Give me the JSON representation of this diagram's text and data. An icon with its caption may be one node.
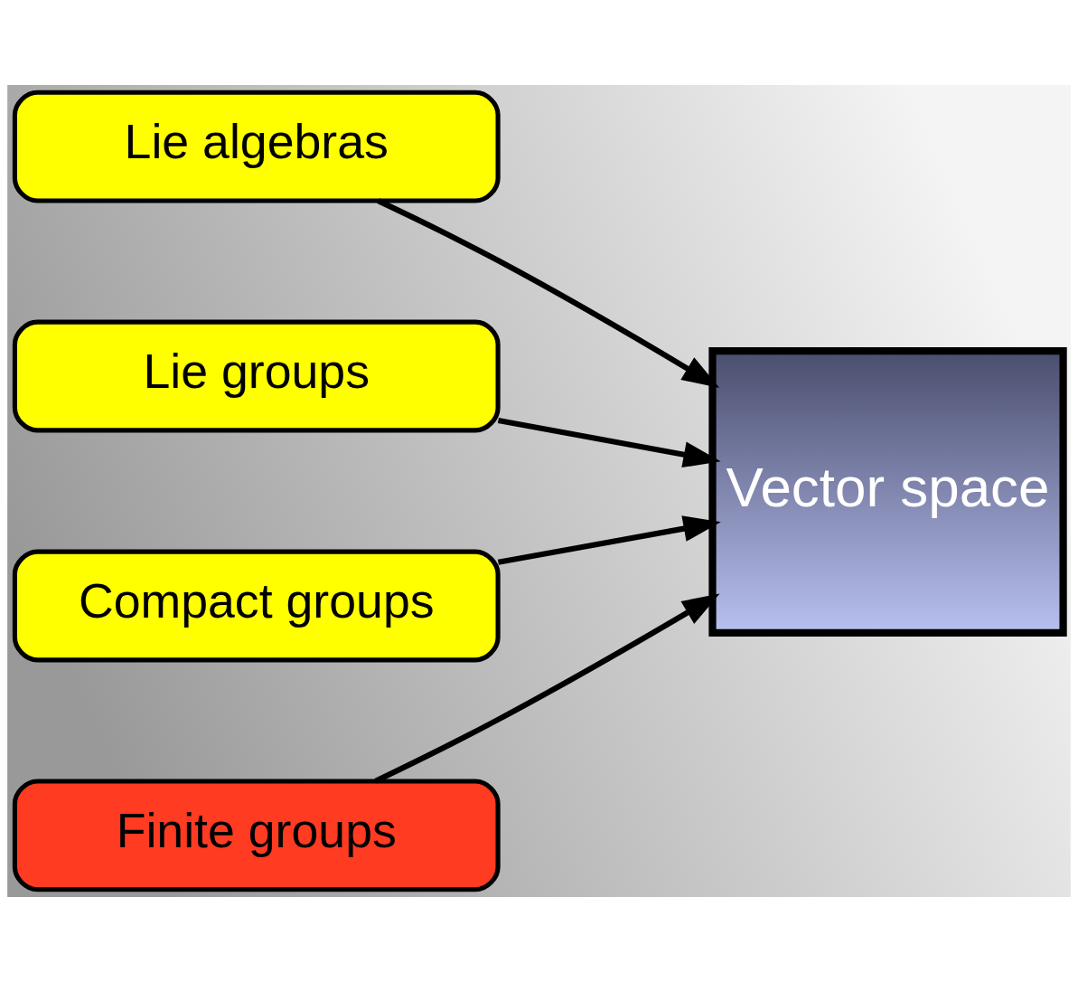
{
  "diagram": {
    "nodes": [
      {
        "text": [
          "Lie algebras"
        ]
      },
      {
        "text": [
          "Lie groups"
        ]
      },
      {
        "text": [
          "Compact groups"
        ]
      },
      {
        "text": [
          "Finite groups"
        ]
      },
      {
        "text": [
          "Vector space"
        ]
      }
    ],
    "edges": [
      {
        "from": 0,
        "to": 4,
        "arrow": "to"
      },
      {
        "from": 1,
        "to": 4,
        "arrow": "to"
      },
      {
        "from": 2,
        "to": 4,
        "arrow": "to"
      },
      {
        "from": 3,
        "to": 4,
        "arrow": "to"
      }
    ]
  }
}
